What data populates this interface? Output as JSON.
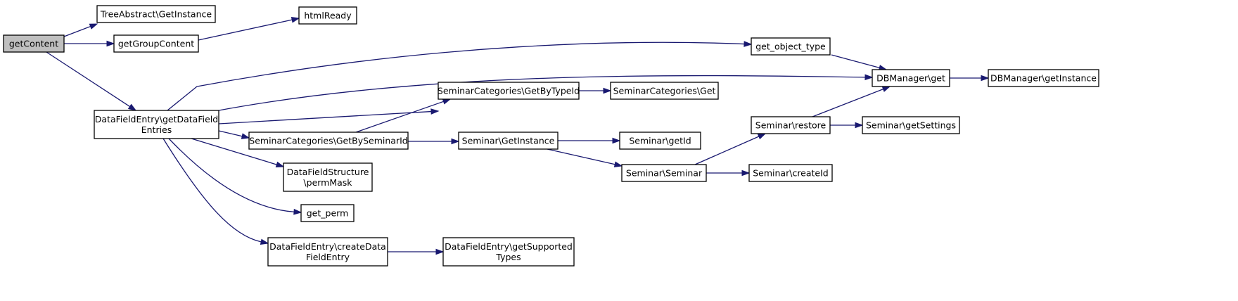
{
  "colors": {
    "edge": "#191970",
    "node_fill": "#ffffff",
    "focus_fill": "#bfbfbf",
    "border": "#000000"
  },
  "nodes": {
    "getContent": {
      "lines": [
        "getContent"
      ],
      "focus": true
    },
    "treeAbstractGetInstance": {
      "lines": [
        "TreeAbstract\\GetInstance"
      ]
    },
    "htmlReady": {
      "lines": [
        "htmlReady"
      ]
    },
    "getGroupContent": {
      "lines": [
        "getGroupContent"
      ]
    },
    "getObjectType": {
      "lines": [
        "get_object_type"
      ]
    },
    "dbManagerGet": {
      "lines": [
        "DBManager\\get"
      ]
    },
    "dbManagerGetInstance": {
      "lines": [
        "DBManager\\getInstance"
      ]
    },
    "dataFieldEntryGetEntries": {
      "lines": [
        "DataFieldEntry\\getDataField",
        "Entries"
      ]
    },
    "seminarCategoriesGetByTypeId": {
      "lines": [
        "SeminarCategories\\GetByTypeId"
      ]
    },
    "seminarCategoriesGet": {
      "lines": [
        "SeminarCategories\\Get"
      ]
    },
    "seminarRestore": {
      "lines": [
        "Seminar\\restore"
      ]
    },
    "seminarGetSettings": {
      "lines": [
        "Seminar\\getSettings"
      ]
    },
    "seminarCategoriesGetBySeminarId": {
      "lines": [
        "SeminarCategories\\GetBySeminarId"
      ]
    },
    "seminarGetInstance": {
      "lines": [
        "Seminar\\GetInstance"
      ]
    },
    "seminarGetId": {
      "lines": [
        "Seminar\\getId"
      ]
    },
    "seminarSeminar": {
      "lines": [
        "Seminar\\Seminar"
      ]
    },
    "seminarCreateId": {
      "lines": [
        "Seminar\\createId"
      ]
    },
    "dataFieldStructurePermMask": {
      "lines": [
        "DataFieldStructure",
        "\\permMask"
      ]
    },
    "getPerm": {
      "lines": [
        "get_perm"
      ]
    },
    "dataFieldEntryCreate": {
      "lines": [
        "DataFieldEntry\\createData",
        "FieldEntry"
      ]
    },
    "dataFieldEntryGetSupportedTypes": {
      "lines": [
        "DataFieldEntry\\getSupported",
        "Types"
      ]
    }
  },
  "edges": [
    [
      "getContent",
      "treeAbstractGetInstance"
    ],
    [
      "getContent",
      "getGroupContent"
    ],
    [
      "getContent",
      "dataFieldEntryGetEntries"
    ],
    [
      "getGroupContent",
      "htmlReady"
    ],
    [
      "dataFieldEntryGetEntries",
      "getObjectType"
    ],
    [
      "dataFieldEntryGetEntries",
      "dbManagerGet"
    ],
    [
      "dataFieldEntryGetEntries",
      "seminarCategoriesGetByTypeId"
    ],
    [
      "dataFieldEntryGetEntries",
      "seminarCategoriesGetBySeminarId"
    ],
    [
      "dataFieldEntryGetEntries",
      "dataFieldStructurePermMask"
    ],
    [
      "dataFieldEntryGetEntries",
      "getPerm"
    ],
    [
      "dataFieldEntryGetEntries",
      "dataFieldEntryCreate"
    ],
    [
      "getObjectType",
      "dbManagerGet"
    ],
    [
      "dbManagerGet",
      "dbManagerGetInstance"
    ],
    [
      "seminarCategoriesGetByTypeId",
      "seminarCategoriesGet"
    ],
    [
      "seminarCategoriesGetBySeminarId",
      "seminarCategoriesGetByTypeId"
    ],
    [
      "seminarCategoriesGetBySeminarId",
      "seminarGetInstance"
    ],
    [
      "seminarGetInstance",
      "seminarGetId"
    ],
    [
      "seminarGetInstance",
      "seminarSeminar"
    ],
    [
      "seminarSeminar",
      "seminarRestore"
    ],
    [
      "seminarSeminar",
      "seminarCreateId"
    ],
    [
      "seminarRestore",
      "dbManagerGet"
    ],
    [
      "seminarRestore",
      "seminarGetSettings"
    ],
    [
      "dataFieldEntryCreate",
      "dataFieldEntryGetSupportedTypes"
    ]
  ]
}
